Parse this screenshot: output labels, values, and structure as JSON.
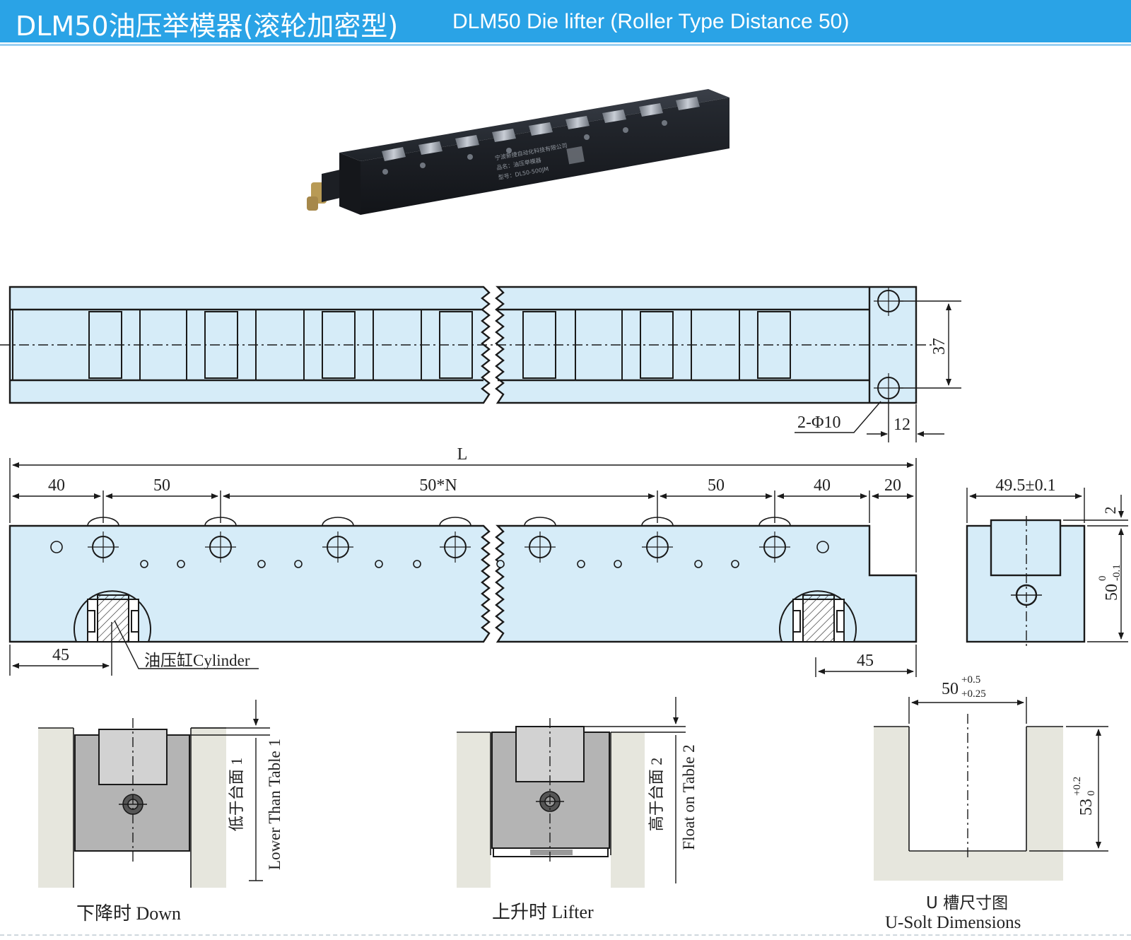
{
  "header": {
    "title_cn": "DLM50油压举模器(滚轮加密型)",
    "title_en": "DLM50 Die lifter (Roller Type Distance 50)"
  },
  "photo_label": {
    "line1": "宁波新捷自动化科技有限公司",
    "line2": "品名：油压举模器",
    "line3": "型号：DL50-500JM"
  },
  "top_view": {
    "dim_vertical": "37",
    "hole_label": "2-Φ10",
    "dim_edge": "12"
  },
  "side_view": {
    "overall_length": "L",
    "segments": [
      "40",
      "50",
      "50*N",
      "50",
      "40",
      "20"
    ],
    "bottom_left": "45",
    "bottom_right": "45",
    "cylinder_label": "油压缸Cylinder"
  },
  "section_view": {
    "width": "49.5±0.1",
    "top_gap": "2",
    "height_main": "50",
    "height_tol_upper": "0",
    "height_tol_lower": "-0.1"
  },
  "down_view": {
    "caption": "下降时 Down",
    "dim_text_cn": "低于台面 1",
    "dim_text_en": "Lower Than Table 1"
  },
  "lift_view": {
    "caption": "上升时 Lifter",
    "dim_text_cn": "高于台面 2",
    "dim_text_en": "Float on Table 2"
  },
  "uslot_view": {
    "caption_cn": "U 槽尺寸图",
    "caption_en": "U-Solt Dimensions",
    "width_main": "50",
    "width_tol_upper": "+0.5",
    "width_tol_lower": "+0.25",
    "depth_main": "53",
    "depth_tol_upper": "+0.2",
    "depth_tol_lower": "0"
  },
  "colors": {
    "banner": "#2aa3e6",
    "part_fill": "#d6ecf8",
    "table_fill": "#e6e6dd",
    "body_gray": "#b4b4b4",
    "line": "#1a1a1a"
  }
}
